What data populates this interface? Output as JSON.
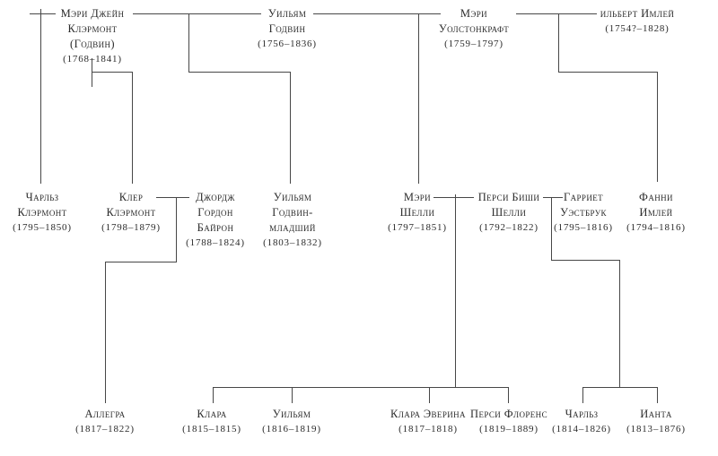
{
  "diagram_type": "family-tree",
  "colors": {
    "background": "#ffffff",
    "line": "#474747",
    "text": "#2b2b2b"
  },
  "people": [
    {
      "id": "mary-jane-clairmont-godwin",
      "lines": [
        "Мэри Джейн",
        "Клэрмонт",
        "(Годвин)"
      ],
      "dates": "(1768–1841)"
    },
    {
      "id": "william-godwin",
      "lines": [
        "Уильям",
        "Годвин"
      ],
      "dates": "(1756–1836)"
    },
    {
      "id": "mary-wollstonecraft",
      "lines": [
        "Мэри",
        "Уолстонкрафт"
      ],
      "dates": "(1759–1797)"
    },
    {
      "id": "gilbert-imlay",
      "lines": [
        "ильберт Имлей"
      ],
      "dates": "(1754?–1828)"
    },
    {
      "id": "charles-clairmont",
      "lines": [
        "Чарльз",
        "Клэрмонт"
      ],
      "dates": "(1795–1850)"
    },
    {
      "id": "claire-clairmont",
      "lines": [
        "Клер",
        "Клэрмонт"
      ],
      "dates": "(1798–1879)"
    },
    {
      "id": "george-gordon-byron",
      "lines": [
        "Джордж",
        "Гордон",
        "Байрон"
      ],
      "dates": "(1788–1824)"
    },
    {
      "id": "william-godwin-jr",
      "lines": [
        "Уильям",
        "Годвин-",
        "младший"
      ],
      "dates": "(1803–1832)"
    },
    {
      "id": "mary-shelley",
      "lines": [
        "Мэри",
        "Шелли"
      ],
      "dates": "(1797–1851)"
    },
    {
      "id": "percy-bysshe-shelley",
      "lines": [
        "Перси Биши",
        "Шелли"
      ],
      "dates": "(1792–1822)"
    },
    {
      "id": "harriet-westbrook",
      "lines": [
        "Гарриет",
        "Уэстбрук"
      ],
      "dates": "(1795–1816)"
    },
    {
      "id": "fanny-imlay",
      "lines": [
        "Фанни",
        "Имлей"
      ],
      "dates": "(1794–1816)"
    },
    {
      "id": "allegra",
      "lines": [
        "Аллегра"
      ],
      "dates": "(1817–1822)"
    },
    {
      "id": "clara",
      "lines": [
        "Клара"
      ],
      "dates": "(1815–1815)"
    },
    {
      "id": "william-child",
      "lines": [
        "Уильям"
      ],
      "dates": "(1816–1819)"
    },
    {
      "id": "clara-everina",
      "lines": [
        "Клара Эверина"
      ],
      "dates": "(1817–1818)"
    },
    {
      "id": "percy-florence",
      "lines": [
        "Перси Флоренс"
      ],
      "dates": "(1819–1889)"
    },
    {
      "id": "charles",
      "lines": [
        "Чарльз"
      ],
      "dates": "(1814–1826)"
    },
    {
      "id": "ianthe",
      "lines": [
        "Ианта"
      ],
      "dates": "(1813–1876)"
    }
  ]
}
